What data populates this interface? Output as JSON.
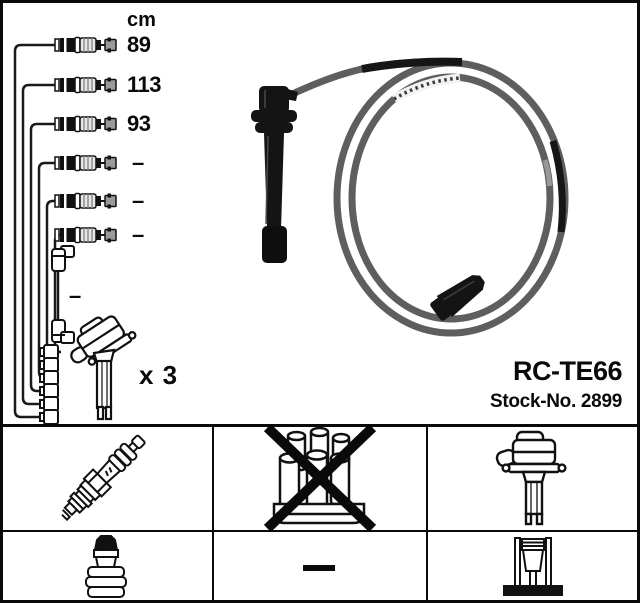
{
  "panel": {
    "unit_header": "cm",
    "leads": [
      {
        "length": "89"
      },
      {
        "length": "113"
      },
      {
        "length": "93"
      },
      {
        "length": "–"
      },
      {
        "length": "–"
      },
      {
        "length": "–"
      }
    ],
    "short_lead_length": "–",
    "coil_note": "x 3",
    "part_number": "RC-TE66",
    "stock_number": "Stock-No. 2899"
  },
  "legend": {
    "row1": [
      {
        "icon": "spark-plug",
        "crossed_out": false
      },
      {
        "icon": "distributor-cap",
        "crossed_out": true
      },
      {
        "icon": "ignition-coil",
        "crossed_out": false
      }
    ],
    "row2": [
      {
        "icon": "spark-plug-boot",
        "crossed_out": false
      },
      {
        "icon": "none-dash",
        "crossed_out": false
      },
      {
        "icon": "plug-top-terminal",
        "crossed_out": false
      }
    ]
  },
  "colors": {
    "ink": "#0a0a0a",
    "cable_gray": "#5e5e5e",
    "boot_black": "#161616",
    "background": "#ffffff"
  }
}
